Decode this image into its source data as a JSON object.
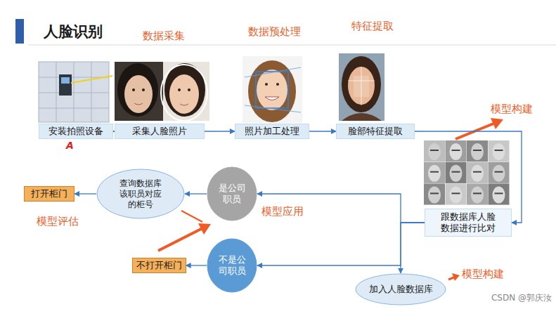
{
  "diagram": {
    "title": "人脸识别",
    "nodes": [
      {
        "text": [
          "安装拍照设备"
        ]
      },
      {
        "text": [
          "采集人脸照片"
        ]
      },
      {
        "text": [
          "照片加工处理"
        ]
      },
      {
        "text": [
          "脸部特征提取"
        ]
      },
      {
        "text": [
          "跟数据库人脸数据进行比对"
        ]
      },
      {
        "text": [
          "是公司职员"
        ]
      },
      {
        "text": [
          "查询数据库该职员对应的柜号"
        ]
      },
      {
        "text": [
          "打开柜门"
        ]
      },
      {
        "text": [
          "不是公司职员"
        ]
      },
      {
        "text": [
          "不打开柜门"
        ]
      },
      {
        "text": [
          "加入人脸数据库"
        ]
      }
    ],
    "edges": [
      {
        "from": 0,
        "to": 1,
        "arrow": "to"
      },
      {
        "from": 1,
        "to": 2,
        "arrow": "to"
      },
      {
        "from": 2,
        "to": 3,
        "arrow": "to"
      },
      {
        "from": 3,
        "to": 4,
        "arrow": "to"
      },
      {
        "from": 4,
        "to": 5,
        "arrow": "to"
      },
      {
        "from": 4,
        "to": 8,
        "arrow": "to"
      },
      {
        "from": 4,
        "to": 10,
        "arrow": "to"
      },
      {
        "from": 5,
        "to": 6,
        "arrow": "to"
      },
      {
        "from": 6,
        "to": 7,
        "arrow": "to"
      },
      {
        "from": 8,
        "to": 9,
        "arrow": "to"
      }
    ],
    "labels": [
      "数据采集",
      "数据预处理",
      "特征提取",
      "模型构建",
      "模型应用",
      "模型评估",
      "模型构建",
      "A",
      "CSDN @郭庆汝"
    ]
  }
}
